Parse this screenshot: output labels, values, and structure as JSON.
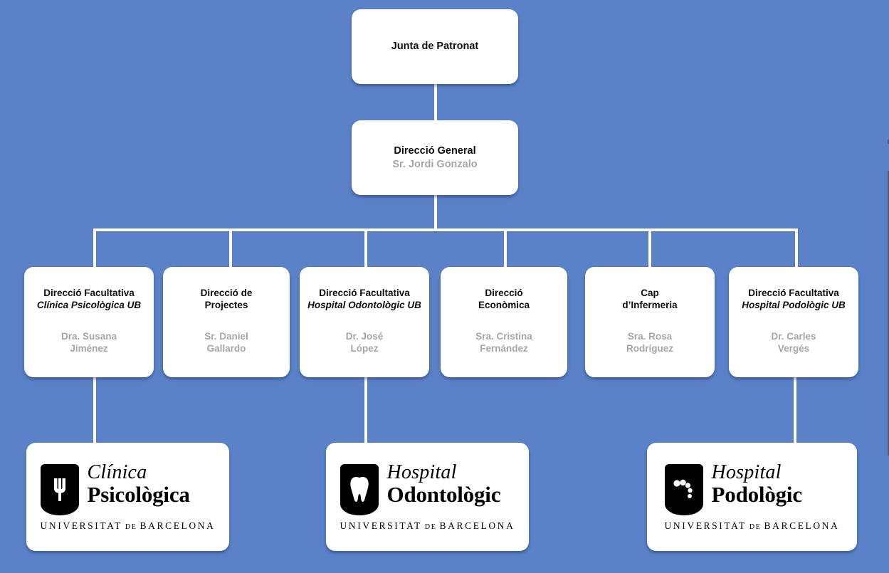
{
  "page": {
    "background_color": "#5b82c8",
    "box_color": "#ffffff",
    "title_color": "#0d0d0d",
    "person_color": "#a6a6a6",
    "connector_color": "#ffffff"
  },
  "chart": {
    "root": {
      "title": "Junta de Patronat",
      "person": ""
    },
    "director": {
      "title": "Direcció General",
      "person": "Sr. Jordi Gonzalo"
    },
    "departments": [
      {
        "title": "Direcció Facultativa",
        "subtitle": "Clínica Psicològica UB",
        "person": "Dra. Susana\nJiménez"
      },
      {
        "title": "Direcció de\nProjectes",
        "subtitle": "",
        "person": "Sr. Daniel\nGallardo"
      },
      {
        "title": "Direcció Facultativa",
        "subtitle": "Hospital Odontològic UB",
        "person": "Dr. José\nLópez"
      },
      {
        "title": "Direcció\nEconòmica",
        "subtitle": "",
        "person": "Sra. Cristina\nFernández"
      },
      {
        "title": "Cap\nd’Infermeria",
        "subtitle": "",
        "person": "Sra. Rosa\nRodríguez"
      },
      {
        "title": "Direcció Facultativa",
        "subtitle": "Hospital Podològic UB",
        "person": "Dr. Carles\nVergés"
      }
    ],
    "logos": [
      {
        "icon": "psi-crest-icon",
        "word_top": "Clínica",
        "word_bottom": "Psicològica",
        "university_pre": "UNIVERSITAT",
        "university_mid": "DE",
        "university_post": "BARCELONA"
      },
      {
        "icon": "tooth-crest-icon",
        "word_top": "Hospital",
        "word_bottom": "Odontològic",
        "university_pre": "UNIVERSITAT",
        "university_mid": "DE",
        "university_post": "BARCELONA"
      },
      {
        "icon": "footprint-crest-icon",
        "word_top": "Hospital",
        "word_bottom": "Podològic",
        "university_pre": "UNIVERSITAT",
        "university_mid": "DE",
        "university_post": "BARCELONA"
      }
    ]
  }
}
